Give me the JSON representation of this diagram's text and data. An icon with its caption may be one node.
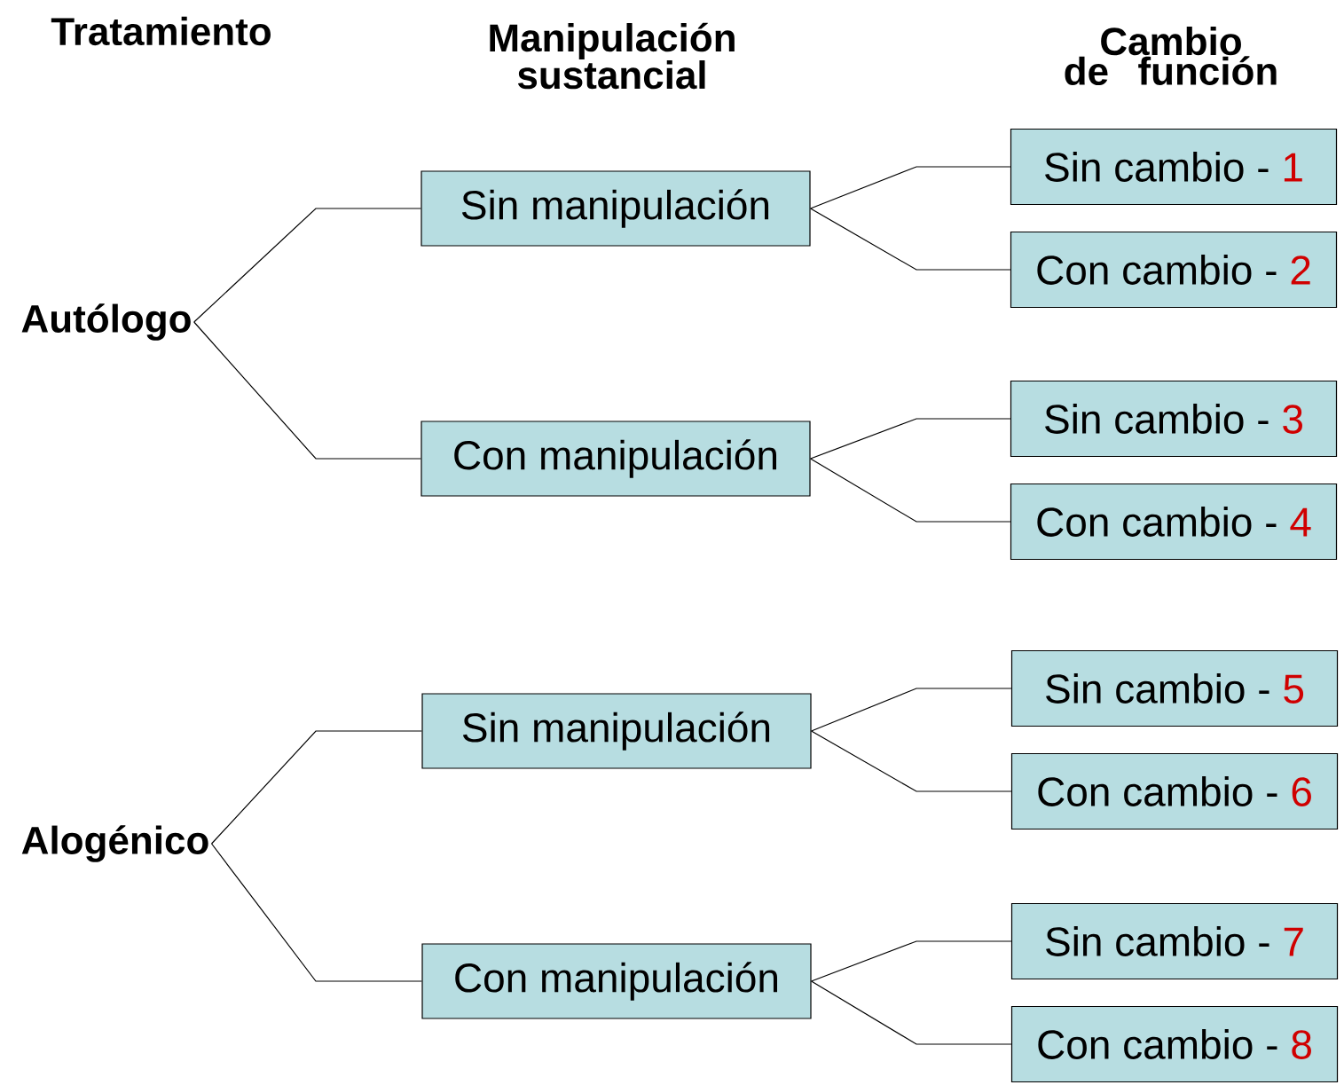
{
  "diagram": {
    "nodes": [
      {
        "text": [
          "Autólogo"
        ]
      },
      {
        "text": [
          "Sin manipulación"
        ]
      },
      {
        "text": [
          "Con manipulación"
        ]
      },
      {
        "text": [
          "Sin cambio -",
          "1"
        ]
      },
      {
        "text": [
          "Con cambio -",
          "2"
        ]
      },
      {
        "text": [
          "Sin cambio -",
          "3"
        ]
      },
      {
        "text": [
          "Con cambio -",
          "4"
        ]
      },
      {
        "text": [
          "Alogénico"
        ]
      },
      {
        "text": [
          "Sin manipulación"
        ]
      },
      {
        "text": [
          "Con manipulación"
        ]
      },
      {
        "text": [
          "Sin cambio -",
          "5"
        ]
      },
      {
        "text": [
          "Con cambio -",
          "6"
        ]
      },
      {
        "text": [
          "Sin cambio -",
          "7"
        ]
      },
      {
        "text": [
          "Con cambio -",
          "8"
        ]
      }
    ],
    "edges": [
      {
        "from": 0,
        "to": 1,
        "arrow": "none"
      },
      {
        "from": 0,
        "to": 2,
        "arrow": "none"
      },
      {
        "from": 1,
        "to": 3,
        "arrow": "none"
      },
      {
        "from": 1,
        "to": 4,
        "arrow": "none"
      },
      {
        "from": 2,
        "to": 5,
        "arrow": "none"
      },
      {
        "from": 2,
        "to": 6,
        "arrow": "none"
      },
      {
        "from": 7,
        "to": 8,
        "arrow": "none"
      },
      {
        "from": 7,
        "to": 9,
        "arrow": "none"
      },
      {
        "from": 8,
        "to": 10,
        "arrow": "none"
      },
      {
        "from": 8,
        "to": 11,
        "arrow": "none"
      },
      {
        "from": 9,
        "to": 12,
        "arrow": "none"
      },
      {
        "from": 9,
        "to": 13,
        "arrow": "none"
      }
    ],
    "labels": [
      "Tratamiento",
      "Manipulación sustancial",
      "Cambio de función"
    ]
  }
}
